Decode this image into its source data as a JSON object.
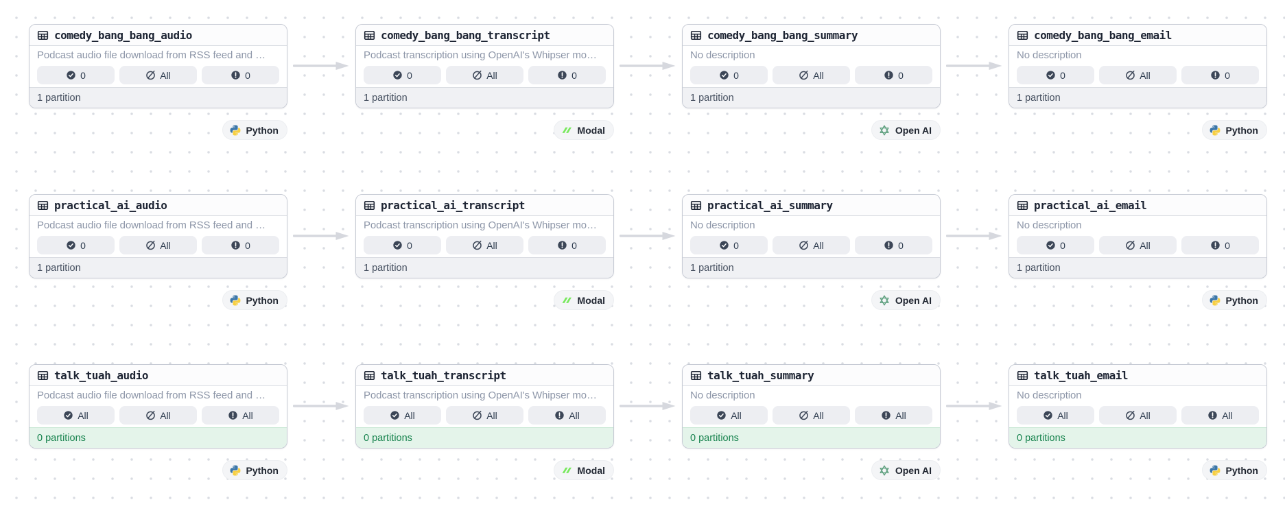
{
  "colors": {
    "card_border": "#c6cad4",
    "badge_bg": "#edeef2",
    "footer_bg": "#f0f1f4",
    "footer_empty_bg": "#e4f4ea",
    "footer_empty_text": "#17834e",
    "arrow": "#d6d8de",
    "dot_grid": "#d9dce2",
    "python_blue": "#3b76a8",
    "python_yellow": "#f7cf42",
    "modal_green": "#77e95c",
    "openai_green": "#5d9f7e"
  },
  "icons": {
    "header": "table-icon",
    "badge_icons": [
      "check-circle-icon",
      "slash-circle-icon",
      "alert-circle-icon"
    ],
    "tag_icons": {
      "Python": "python-logo-icon",
      "Modal": "modal-logo-icon",
      "Open AI": "openai-logo-icon"
    }
  },
  "rows": [
    {
      "cards": [
        {
          "title": "comedy_bang_bang_audio",
          "description": "Podcast audio file download from RSS feed and …",
          "badges": [
            "0",
            "All",
            "0"
          ],
          "partitions": "1 partition",
          "partitions_state": "has",
          "tag": "Python"
        },
        {
          "title": "comedy_bang_bang_transcript",
          "description": "Podcast transcription using OpenAI's Whipser mo…",
          "badges": [
            "0",
            "All",
            "0"
          ],
          "partitions": "1 partition",
          "partitions_state": "has",
          "tag": "Modal"
        },
        {
          "title": "comedy_bang_bang_summary",
          "description": "No description",
          "badges": [
            "0",
            "All",
            "0"
          ],
          "partitions": "1 partition",
          "partitions_state": "has",
          "tag": "Open AI"
        },
        {
          "title": "comedy_bang_bang_email",
          "description": "No description",
          "badges": [
            "0",
            "All",
            "0"
          ],
          "partitions": "1 partition",
          "partitions_state": "has",
          "tag": "Python"
        }
      ]
    },
    {
      "cards": [
        {
          "title": "practical_ai_audio",
          "description": "Podcast audio file download from RSS feed and …",
          "badges": [
            "0",
            "All",
            "0"
          ],
          "partitions": "1 partition",
          "partitions_state": "has",
          "tag": "Python"
        },
        {
          "title": "practical_ai_transcript",
          "description": "Podcast transcription using OpenAI's Whipser mo…",
          "badges": [
            "0",
            "All",
            "0"
          ],
          "partitions": "1 partition",
          "partitions_state": "has",
          "tag": "Modal"
        },
        {
          "title": "practical_ai_summary",
          "description": "No description",
          "badges": [
            "0",
            "All",
            "0"
          ],
          "partitions": "1 partition",
          "partitions_state": "has",
          "tag": "Open AI"
        },
        {
          "title": "practical_ai_email",
          "description": "No description",
          "badges": [
            "0",
            "All",
            "0"
          ],
          "partitions": "1 partition",
          "partitions_state": "has",
          "tag": "Python"
        }
      ]
    },
    {
      "cards": [
        {
          "title": "talk_tuah_audio",
          "description": "Podcast audio file download from RSS feed and …",
          "badges": [
            "All",
            "All",
            "All"
          ],
          "partitions": "0 partitions",
          "partitions_state": "empty",
          "tag": "Python"
        },
        {
          "title": "talk_tuah_transcript",
          "description": "Podcast transcription using OpenAI's Whipser mo…",
          "badges": [
            "All",
            "All",
            "All"
          ],
          "partitions": "0 partitions",
          "partitions_state": "empty",
          "tag": "Modal"
        },
        {
          "title": "talk_tuah_summary",
          "description": "No description",
          "badges": [
            "All",
            "All",
            "All"
          ],
          "partitions": "0 partitions",
          "partitions_state": "empty",
          "tag": "Open AI"
        },
        {
          "title": "talk_tuah_email",
          "description": "No description",
          "badges": [
            "All",
            "All",
            "All"
          ],
          "partitions": "0 partitions",
          "partitions_state": "empty",
          "tag": "Python"
        }
      ]
    }
  ]
}
